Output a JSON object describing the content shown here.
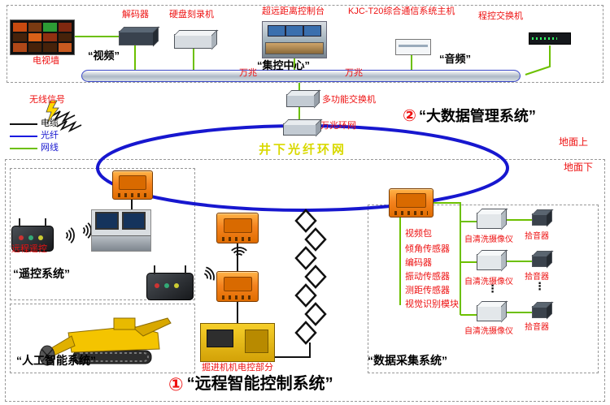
{
  "colors": {
    "red": "#ee1111",
    "green": "#6cc000",
    "blue": "#1717cf",
    "orange": "#f5831f",
    "ringtext": "#d9d900"
  },
  "surface": {
    "tv_wall": "电视墙",
    "decoder": "解码器",
    "hdd_recorder": "硬盘刻录机",
    "video_group": "“视频”",
    "remote_console": "超远距离控制台",
    "control_center": "“集控中心”",
    "comm_host": "KJC-T20综合通信系统主机",
    "pbx": "程控交换机",
    "audio_group": "“音频”",
    "bus_speed_left": "万兆",
    "bus_speed_right": "万兆"
  },
  "legend": {
    "wireless": "无线信号",
    "cable": "电缆",
    "fiber": "光纤",
    "ethernet": "网线"
  },
  "network": {
    "core_switch": "多功能交换机",
    "ring_speed": "万兆环网",
    "ring_name": "井下光纤环网",
    "above_ground": "地面上",
    "below_ground": "地面下"
  },
  "systems": {
    "big_data_index": "②",
    "big_data": "“大数据管理系统”",
    "remote_control_label": "远程遥控",
    "remote_system": "“遥控系统”",
    "ai_system": "“人工智能系统”",
    "machine_part": "掘进机机电控部分",
    "daq_system": "“数据采集系统”",
    "main_index": "①",
    "main_title": "“远程智能控制系统”"
  },
  "daq": {
    "video_pack": "视频包",
    "sensors": [
      "倾角传感器",
      "编码器",
      "振动传感器",
      "测距传感器",
      "视觉识别模块"
    ],
    "cameras": [
      "自清洗摄像仪",
      "自清洗摄像仪",
      "自清洗摄像仪"
    ],
    "pickups": [
      "拾音器",
      "拾音器",
      "拾音器"
    ],
    "ellipsis": "⋮"
  }
}
